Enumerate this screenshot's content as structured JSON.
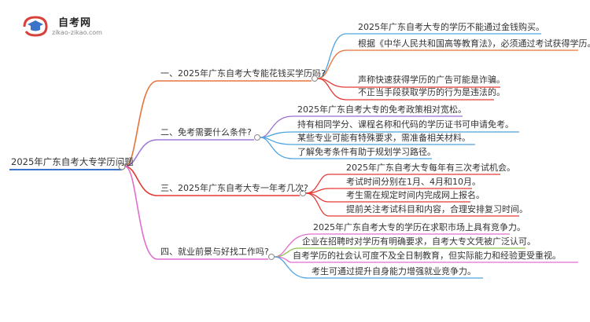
{
  "logo": {
    "name": "自考网",
    "url": "zikao-zikao.com"
  },
  "root": "2025年广东自考大专学历问题",
  "branches": [
    {
      "label": "一、2025年广东自考大专能花钱买学历吗?",
      "color": "#e8733b",
      "leaves": [
        "2025年广东自考大专的学历不能通过金钱购买。",
        "根据《中华人民共和国高等教育法》，必须通过考试获得学历。",
        "声称快速获得学历的广告可能是诈骗。",
        "不正当手段获取学历的行为是违法的。"
      ]
    },
    {
      "label": "二、免考需要什么条件?",
      "color": "#4fa3e0",
      "leaves": [
        "2025年广东自考大专的免考政策相对宽松。",
        "持有相同学分、课程名称和代码的学历证书可申请免考。",
        "某些专业可能有特殊要求，需准备相关材料。",
        "了解免考条件有助于规划学习路径。"
      ]
    },
    {
      "label": "三、2025年广东自考大专一年考几次?",
      "color": "#e53935",
      "leaves": [
        "2025年广东自考大专每年有三次考试机会。",
        "考试时间分别在1月、4月和10月。",
        "考生需在规定时间内完成网上报名。",
        "提前关注考试科目和内容，合理安排复习时间。"
      ]
    },
    {
      "label": "四、就业前景与好找工作吗?",
      "color": "#8bc34a",
      "leaves": [
        "2025年广东自考大专的学历在求职市场上具有竞争力。",
        "企业在招聘时对学历有明确要求，自考大专文凭被广泛认可。",
        "自考学历的社会认可度不及全日制教育，但实际能力和经验更受重视。",
        "考生可通过提升自身能力增强就业竞争力。"
      ]
    }
  ],
  "colors": {
    "root_line": "#3b73c8",
    "branch2_line": "#a07ad8",
    "branch4_line": "#e06ed0",
    "leaf_colors_b2": [
      "#9b6fd6",
      "#4fa3e0",
      "#4fa3e0",
      "#4fa3e0"
    ],
    "leaf_colors_b4": [
      "#e06ed0",
      "#8bc34a",
      "#e06ed0",
      "#4fa3e0"
    ]
  }
}
